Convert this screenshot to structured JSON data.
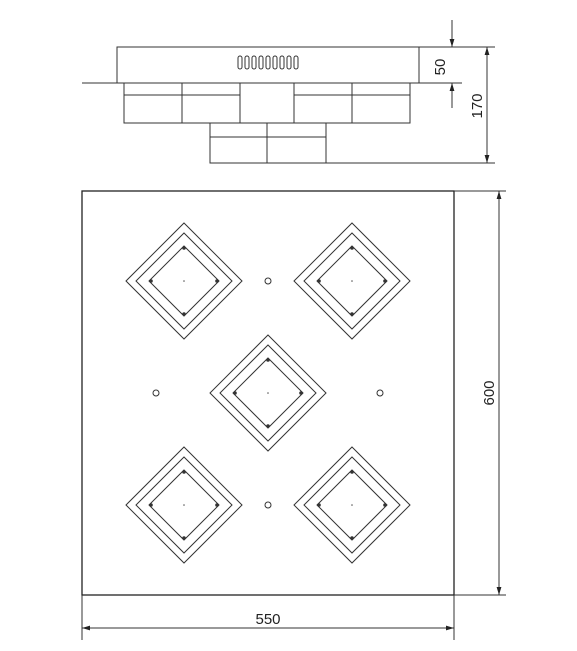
{
  "dimensions": {
    "base_height": "50",
    "total_height": "170",
    "depth": "600",
    "width": "550"
  },
  "colors": {
    "line": "#333333",
    "background": "#ffffff"
  },
  "modules": [
    {
      "id": "top-left"
    },
    {
      "id": "top-right"
    },
    {
      "id": "center"
    },
    {
      "id": "bottom-left"
    },
    {
      "id": "bottom-right"
    }
  ]
}
